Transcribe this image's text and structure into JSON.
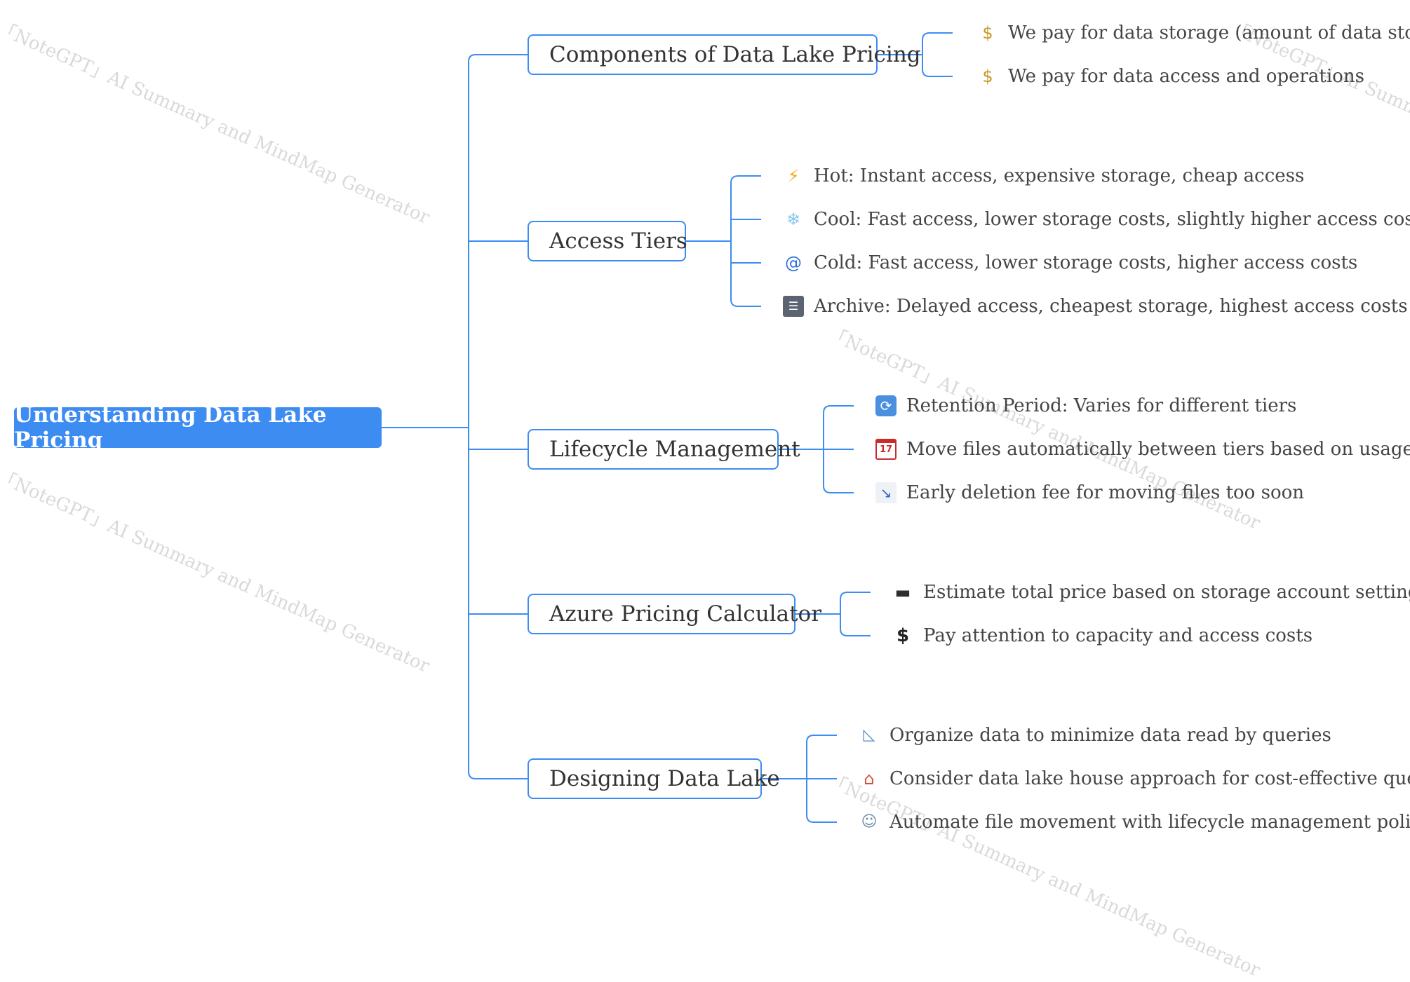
{
  "watermark": "「NoteGPT」AI Summary and MindMap Generator",
  "root": {
    "label": "Understanding Data Lake Pricing"
  },
  "branches": [
    {
      "label": "Components of Data Lake Pricing",
      "leaves": [
        {
          "icon": "money-bag-icon",
          "text": "We pay for data storage (amount of data stored)"
        },
        {
          "icon": "money-bag-icon",
          "text": "We pay for data access and operations"
        }
      ]
    },
    {
      "label": "Access Tiers",
      "leaves": [
        {
          "icon": "lightning-icon",
          "text": "Hot: Instant access, expensive storage, cheap access"
        },
        {
          "icon": "snowflake-icon",
          "text": "Cool: Fast access, lower storage costs, slightly higher access costs"
        },
        {
          "icon": "cyclone-icon",
          "text": "Cold: Fast access, lower storage costs, higher access costs"
        },
        {
          "icon": "file-cabinet-icon",
          "text": "Archive: Delayed access, cheapest storage, highest access costs"
        }
      ]
    },
    {
      "label": "Lifecycle Management",
      "leaves": [
        {
          "icon": "repeat-icon",
          "text": "Retention Period: Varies for different tiers"
        },
        {
          "icon": "calendar-icon",
          "text": "Move files automatically between tiers based on usage"
        },
        {
          "icon": "chart-decreasing-icon",
          "text": "Early deletion fee for moving files too soon"
        }
      ]
    },
    {
      "label": "Azure Pricing Calculator",
      "leaves": [
        {
          "icon": "laptop-icon",
          "text": "Estimate total price based on storage account settings"
        },
        {
          "icon": "dollar-icon",
          "text": "Pay attention to capacity and access costs"
        }
      ]
    },
    {
      "label": "Designing Data Lake",
      "leaves": [
        {
          "icon": "triangular-ruler-icon",
          "text": "Organize data to minimize data read by queries"
        },
        {
          "icon": "house-icon",
          "text": "Consider data lake house approach for cost-effective queries"
        },
        {
          "icon": "robot-icon",
          "text": "Automate file movement with lifecycle management policies"
        }
      ]
    }
  ],
  "colors": {
    "accent": "#3d8cf2",
    "line": "#3d8cf2",
    "watermark": "#d9d9d9"
  }
}
